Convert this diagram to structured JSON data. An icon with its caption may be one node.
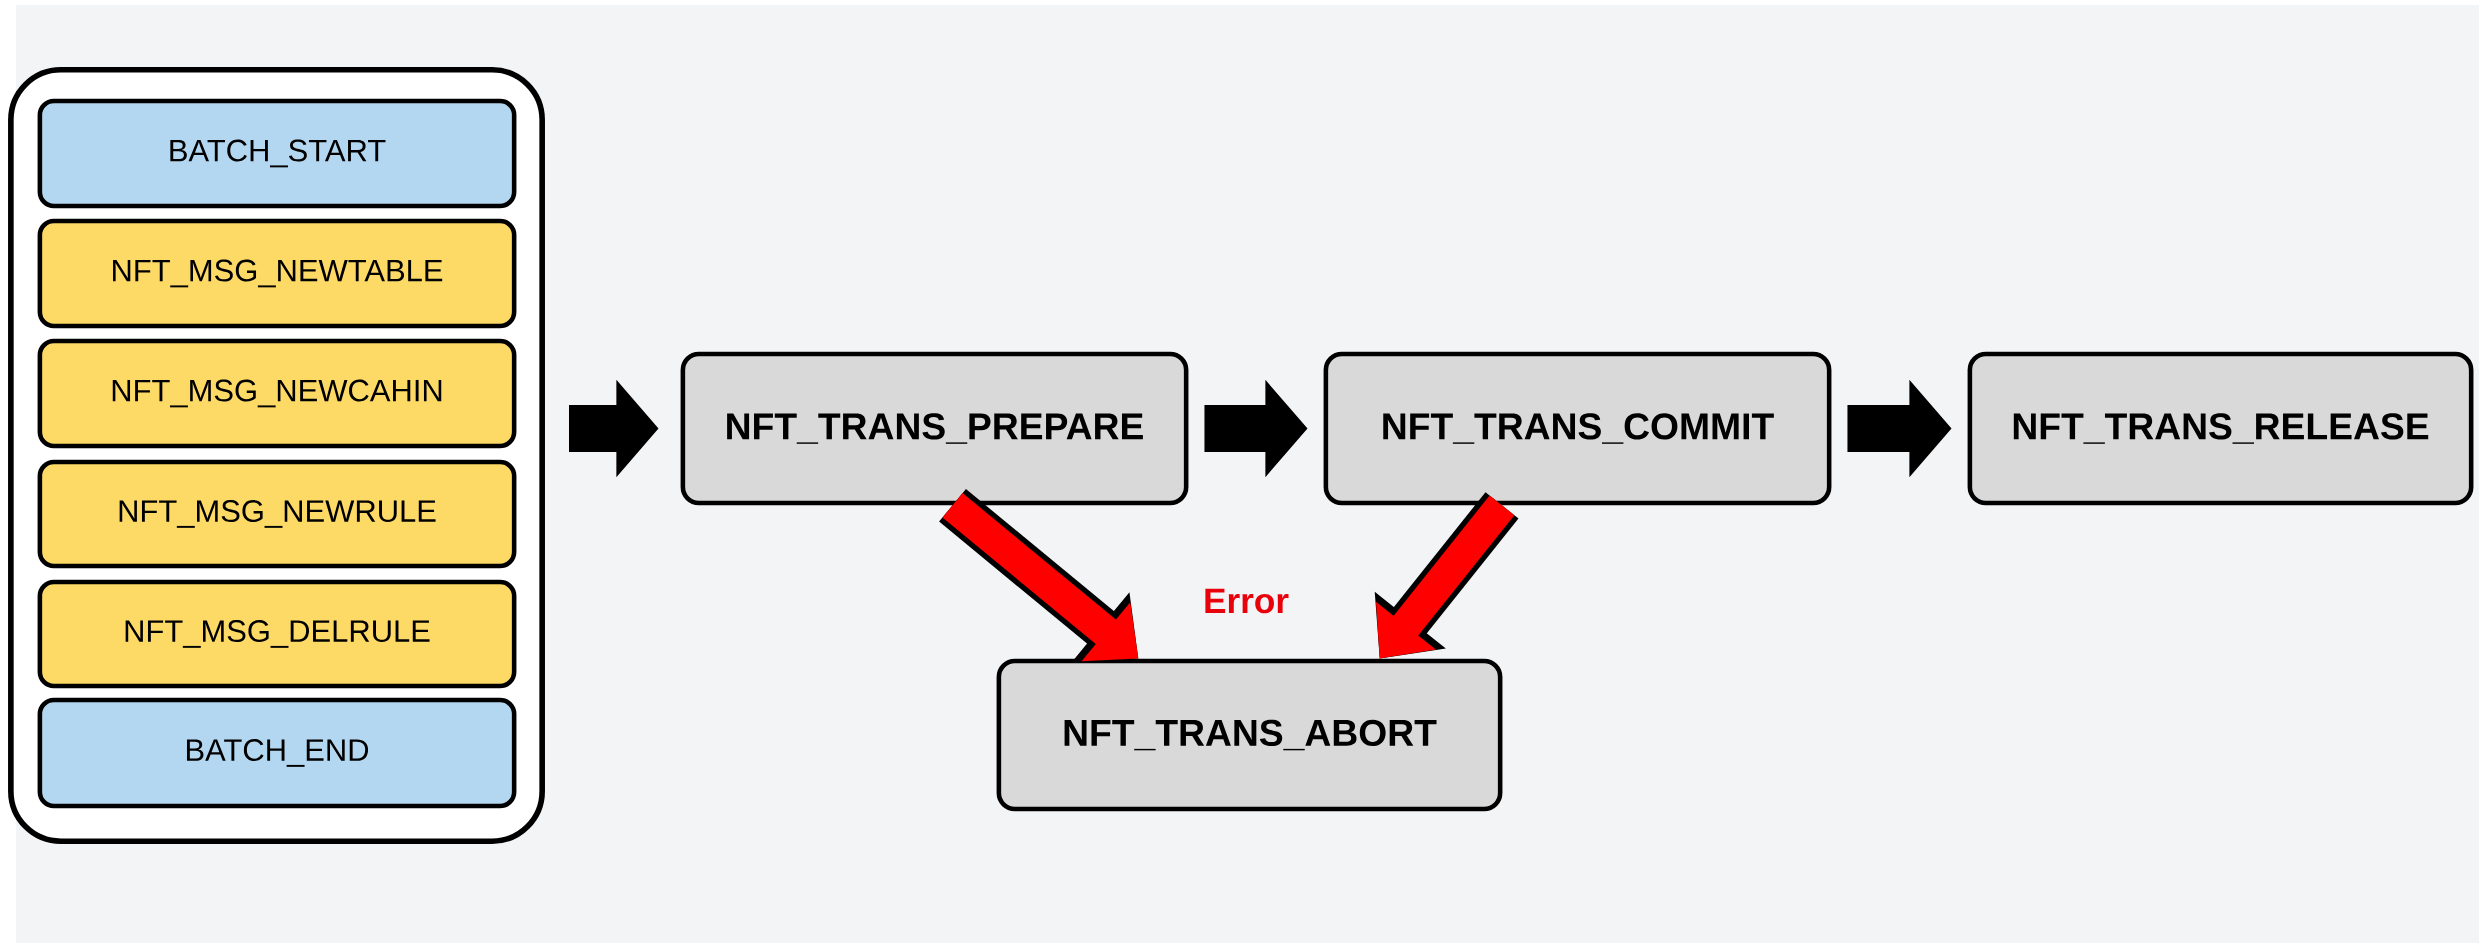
{
  "diagram": {
    "nodes": [
      {
        "text": [],
        "shape": "box"
      },
      {
        "text": [
          "BATCH_START"
        ],
        "in": 0
      },
      {
        "text": [
          "NFT_MSG_NEWTABLE"
        ],
        "in": 0
      },
      {
        "text": [
          "NFT_MSG_NEWCAHIN"
        ],
        "in": 0
      },
      {
        "text": [
          "NFT_MSG_NEWRULE"
        ],
        "in": 0
      },
      {
        "text": [
          "NFT_MSG_DELRULE"
        ],
        "in": 0
      },
      {
        "text": [
          "BATCH_END"
        ],
        "in": 0
      },
      {
        "text": [
          "NFT_TRANS_PREPARE"
        ]
      },
      {
        "text": [
          "NFT_TRANS_COMMIT"
        ]
      },
      {
        "text": [
          "NFT_TRANS_RELEASE"
        ]
      },
      {
        "text": [
          "NFT_TRANS_ABORT"
        ]
      }
    ],
    "edges": [
      {
        "from": 0,
        "to": 7,
        "arrow": "to"
      },
      {
        "from": 7,
        "to": 8,
        "arrow": "to"
      },
      {
        "from": 8,
        "to": 9,
        "arrow": "to"
      },
      {
        "from": 7,
        "to": 10,
        "arrow": "to",
        "color": "#ff0000"
      },
      {
        "from": 8,
        "to": 10,
        "arrow": "to",
        "color": "#ff0000"
      }
    ],
    "labels": [
      "Error"
    ]
  }
}
